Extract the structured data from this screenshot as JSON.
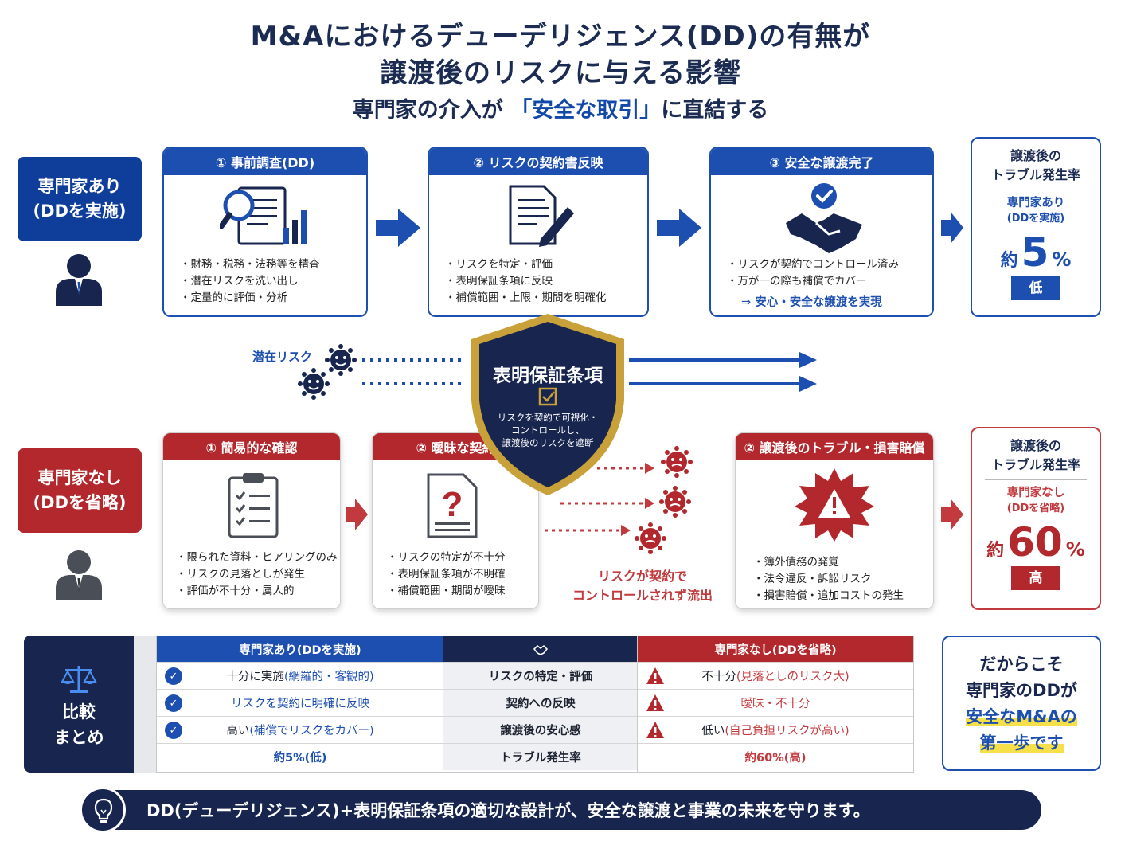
{
  "header": {
    "title_line1": "M&Aにおけるデューデリジェンス(DD)の有無が",
    "title_line2": "譲渡後のリスクに与える影響",
    "subtitle_pre": "専門家の介入が",
    "subtitle_highlight": "「安全な取引」",
    "subtitle_post": "に直結する"
  },
  "with_expert": {
    "label_line1": "専門家あり",
    "label_line2": "(DDを実施)",
    "steps": [
      {
        "title": "① 事前調査(DD)",
        "bullets": [
          "・財務・税務・法務等を精査",
          "・潜在リスクを洗い出し",
          "・定量的に評価・分析"
        ]
      },
      {
        "title": "② リスクの契約書反映",
        "bullets": [
          "・リスクを特定・評価",
          "・表明保証条項に反映",
          "・補償範囲・上限・期間を明確化"
        ]
      },
      {
        "title": "③ 安全な譲渡完了",
        "bullets": [
          "・リスクが契約でコントロール済み",
          "・万が一の際も補償でカバー"
        ],
        "note": "⇒ 安心・安全な譲渡を実現"
      }
    ],
    "rate": {
      "title_line1": "譲渡後の",
      "title_line2": "トラブル発生率",
      "group_line1": "専門家あり",
      "group_line2": "(DDを実施)",
      "prefix": "約",
      "value": "5",
      "unit": "%",
      "level": "低"
    }
  },
  "without_expert": {
    "label_line1": "専門家なし",
    "label_line2": "(DDを省略)",
    "steps": [
      {
        "title": "① 簡易的な確認",
        "bullets": [
          "・限られた資料・ヒアリングのみ",
          "・リスクの見落としが発生",
          "・評価が不十分・属人的"
        ]
      },
      {
        "title": "② 曖昧な契約",
        "bullets": [
          "・リスクの特定が不十分",
          "・表明保証条項が不明確",
          "・補償範囲・期間が曖昧"
        ]
      },
      {
        "title": "② 譲渡後のトラブル・損害賠償",
        "bullets": [
          "・簿外債務の発覚",
          "・法令違反・訴訟リスク",
          "・損害賠償・追加コストの発生"
        ]
      }
    ],
    "rate": {
      "title_line1": "譲渡後の",
      "title_line2": "トラブル発生率",
      "group_line1": "専門家なし",
      "group_line2": "(DDを省略)",
      "prefix": "約",
      "value": "60",
      "unit": "%",
      "level": "高"
    }
  },
  "middle": {
    "latent_risk_label": "潜在リスク",
    "shield_title": "表明保証条項",
    "shield_desc_line1": "リスクを契約で可視化・",
    "shield_desc_line2": "コントロールし、",
    "shield_desc_line3": "譲渡後のリスクを遮断",
    "leak_line1": "リスクが契約で",
    "leak_line2": "コントロールされず流出"
  },
  "comparison": {
    "side_line1": "比較",
    "side_line2": "まとめ",
    "col_with": "専門家あり(DDを実施)",
    "col_item": "",
    "col_without": "専門家なし(DDを省略)",
    "rows": [
      {
        "with_main": "十分に実施",
        "with_sub": "(網羅的・客観的)",
        "item": "リスクの特定・評価",
        "without_main": "不十分",
        "without_sub": "(見落としのリスク大)"
      },
      {
        "with_main": "",
        "with_sub": "リスクを契約に明確に反映",
        "item": "契約への反映",
        "without_main": "",
        "without_sub": "曖昧・不十分"
      },
      {
        "with_main": "高い",
        "with_sub": "(補償でリスクをカバー)",
        "item": "譲渡後の安心感",
        "without_main": "低い",
        "without_sub": "(自己負担リスクが高い)"
      },
      {
        "with_main": "",
        "with_sub": "約5%(低)",
        "item": "トラブル発生率",
        "without_main": "",
        "without_sub": "約60%(高)"
      }
    ]
  },
  "conclusion": {
    "line1": "だからこそ",
    "line2": "専門家のDDが",
    "line3": "安全なM&Aの",
    "line4": "第一歩です"
  },
  "footer": {
    "text": "DD(デューデリジェンス)+表明保証条項の適切な設計が、安全な譲渡と事業の未来を守ります。"
  },
  "colors": {
    "navy": "#17254f",
    "blue": "#1d4fb0",
    "red": "#b2282d",
    "gold": "#c9a13b"
  }
}
